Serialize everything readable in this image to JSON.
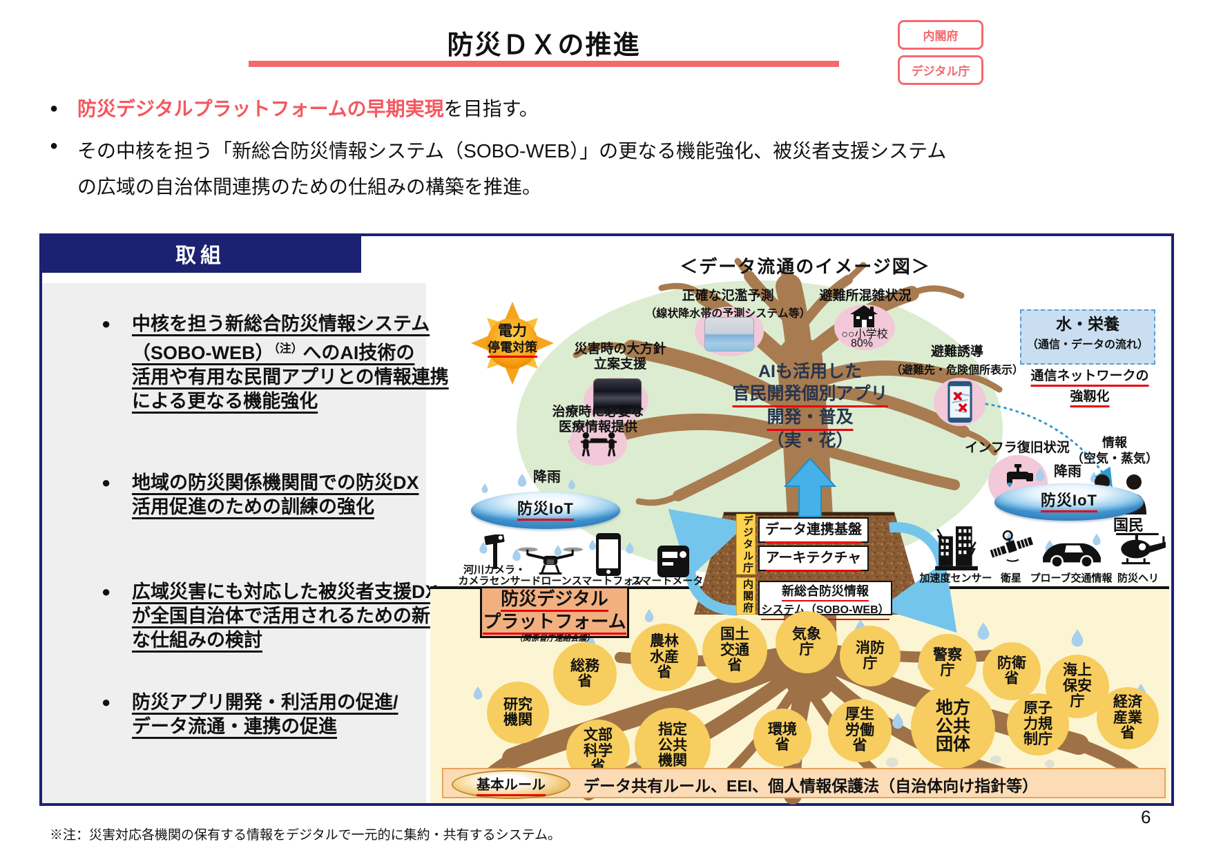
{
  "colors": {
    "navy": "#1c2172",
    "salmon": "#f4696e",
    "underline_red": "#e8000b",
    "crown_green": "#dcecd1",
    "trunk_brown": "#a87c50",
    "circle_gold": "#f6cd5e",
    "platform_orange": "#f2b081"
  },
  "header": {
    "title": "防災ＤＸの推進",
    "badges": [
      "内閣府",
      "デジタル庁"
    ]
  },
  "intro": {
    "bullet1_highlight": "防災デジタルプラットフォームの早期実現",
    "bullet1_rest": "を目指す。",
    "bullet2": "その中核を担う「新総合防災情報システム（SOBO-WEB）」の更なる機能強化、被災者支援システム\nの広域の自治体間連携のための仕組みの構築を推進。"
  },
  "initiatives": {
    "header": "取組",
    "items": [
      {
        "lines": [
          "中核を担う新総合防災情報システム",
          "（SOBO-WEB）（注）へのAI技術の",
          "活用や有用な民間アプリとの情報連携",
          "による更なる機能強化"
        ]
      },
      {
        "lines": [
          "地域の防災関係機関間での防災DX",
          "活用促進のための訓練の強化"
        ]
      },
      {
        "lines": [
          "広域災害にも対応した被災者支援DX",
          "が全国自治体で活用されるための新た",
          "な仕組みの検討"
        ]
      },
      {
        "lines": [
          "防災アプリ開発・利活用の促進/",
          "データ流通・連携の促進"
        ]
      }
    ]
  },
  "diagram": {
    "heading": "＜データ流通のイメージ図＞",
    "sun": {
      "line1": "電力",
      "line2": "停電対策"
    },
    "policy": "災害時の大方針\n立案支援",
    "flood": {
      "title": "正確な氾濫予測",
      "subtitle": "（線状降水帯の予測システム等）"
    },
    "shelter": {
      "title": "避難所混雑状況",
      "school": "○○小学校",
      "percent": "80%"
    },
    "evacuation": {
      "title": "避難誘導",
      "subtitle": "（避難先・危険個所表示）"
    },
    "water_box": {
      "title": "水・栄養",
      "subtitle": "（通信・データの流れ）"
    },
    "network": {
      "line1": "通信ネットワークの",
      "line2": "強靱化"
    },
    "ai": {
      "line1": "AIも活用した",
      "line2": "官民開発個別アプリ",
      "line3": "開発・普及",
      "line4": "（実・花）"
    },
    "medical": "治療時に必要な\n医療情報提供",
    "infra": "インフラ復旧状況",
    "info": "情報\n（空気・蒸気）",
    "citizens": "国民",
    "rain_left": "降雨",
    "rain_right": "降雨",
    "iot_left": "防災IoT",
    "iot_right": "防災IoT",
    "devices_left": [
      {
        "icon": "river-camera-icon",
        "label": "河川カメラ・\nカメラセンサー"
      },
      {
        "icon": "drone-icon",
        "label": "ドローン"
      },
      {
        "icon": "smartphone-icon",
        "label": "スマートフォン"
      },
      {
        "icon": "smart-meter-icon",
        "label": "スマートメータ"
      }
    ],
    "devices_right": [
      {
        "icon": "accelerometer-buildings-icon",
        "label": "加速度センサー"
      },
      {
        "icon": "satellite-icon",
        "label": "衛星"
      },
      {
        "icon": "probe-car-icon",
        "label": "プローブ交通情報"
      },
      {
        "icon": "helicopter-icon",
        "label": "防災ヘリ"
      }
    ],
    "stack": {
      "tag_top": "デジタル庁",
      "tag_bottom": "内閣府",
      "box1": "データ連携基盤",
      "box2": "アーキテクチャ",
      "box3_line1": "新総合防災情報",
      "box3_line2": "システム（SOBO-WEB）"
    },
    "platform": {
      "line1": "防災デジタル",
      "line2": "プラットフォーム",
      "note": "（関係省庁連絡会議）"
    },
    "ministries": [
      "研究\n機関",
      "総務\n省",
      "文部\n科学\n省",
      "農林\n水産\n省",
      "指定\n公共\n機関",
      "国土\n交通\n省",
      "環境\n省",
      "気象\n庁",
      "消防\n庁",
      "厚生\n労働\n省",
      "警察\n庁",
      "地方\n公共\n団体",
      "防衛\n省",
      "原子\n力規\n制庁",
      "海上\n保安\n庁",
      "経済\n産業\n省"
    ],
    "rule_bar": {
      "badge": "基本ルール",
      "text": "データ共有ルール、EEI、個人情報保護法（自治体向け指針等）"
    }
  },
  "footer": {
    "note": "※注：災害対応各機関の保有する情報をデジタルで一元的に集約・共有するシステム。",
    "page_number": "6"
  }
}
